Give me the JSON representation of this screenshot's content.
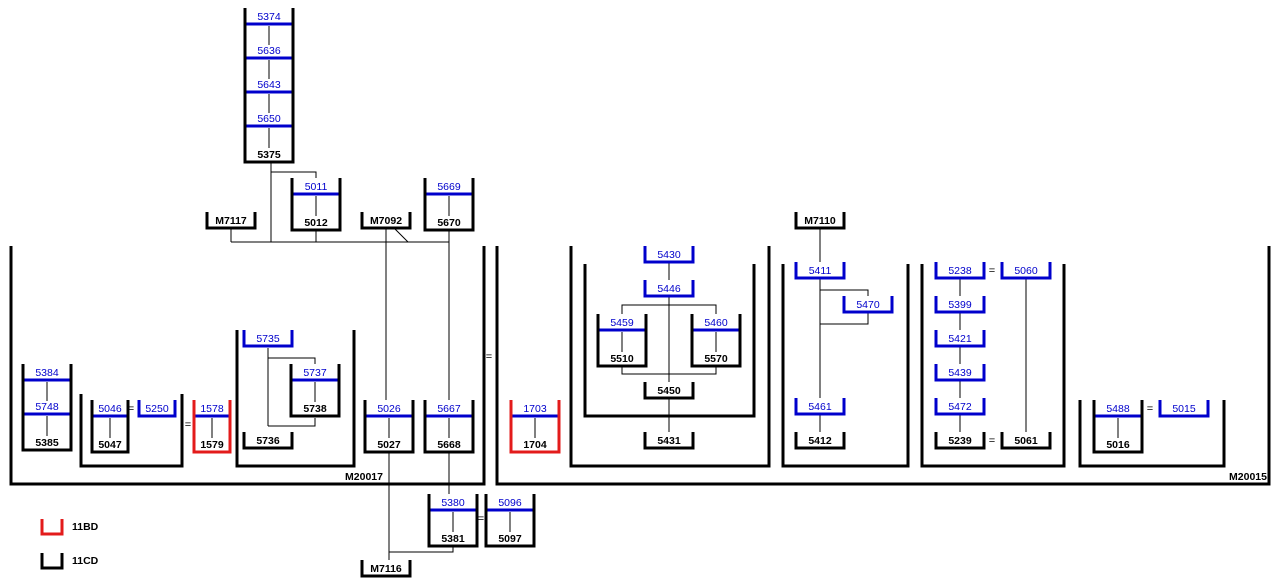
{
  "colors": {
    "black": "#000000",
    "blue": "#0000cc",
    "red": "#e31b1b",
    "background": "#ffffff"
  },
  "legend": [
    {
      "label": "11BD",
      "color": "red"
    },
    {
      "label": "11CD",
      "color": "black"
    }
  ],
  "groups": [
    {
      "id": "M20017",
      "label": "M20017"
    },
    {
      "id": "M20015",
      "label": "M20015"
    }
  ],
  "equals": "="
}
